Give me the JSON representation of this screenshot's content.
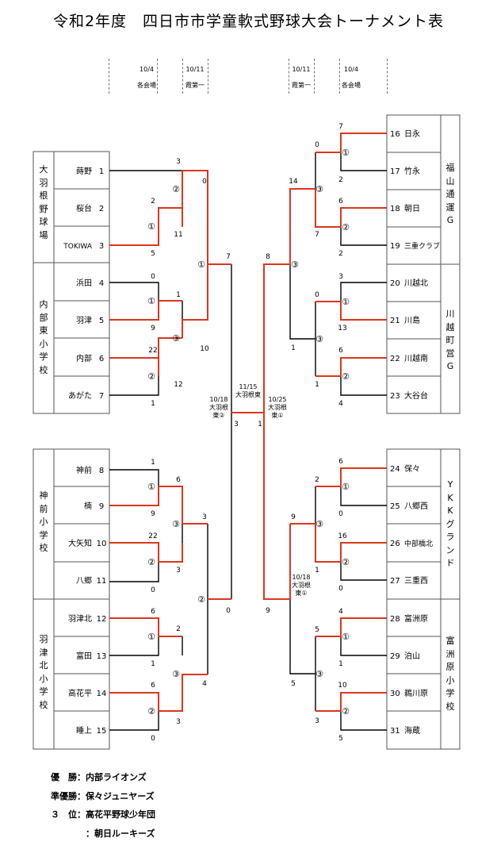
{
  "title": "令和2年度　四日市市学童軟式野球大会トーナメント表",
  "schedule": {
    "left": [
      {
        "date": "10/4",
        "venue": "各会場"
      },
      {
        "date": "10/11",
        "venue": "霞第一"
      }
    ],
    "right": [
      {
        "date": "10/11",
        "venue": "霞第一"
      },
      {
        "date": "10/4",
        "venue": "各会場"
      }
    ]
  },
  "venues": {
    "left": [
      {
        "name": "大羽根野球場",
        "chars": [
          "大",
          "羽",
          "根",
          "野",
          "球",
          "場"
        ]
      },
      {
        "name": "内部東小学校",
        "chars": [
          "内",
          "部",
          "東",
          "小",
          "学",
          "校"
        ]
      },
      {
        "name": "神前小学校",
        "chars": [
          "神",
          "前",
          "小",
          "学",
          "校"
        ]
      },
      {
        "name": "羽津北小学校",
        "chars": [
          "羽",
          "津",
          "北",
          "小",
          "学",
          "校"
        ]
      }
    ],
    "right": [
      {
        "name": "福山通運G",
        "chars": [
          "福",
          "山",
          "通",
          "運",
          "G"
        ]
      },
      {
        "name": "川越町営G",
        "chars": [
          "川",
          "越",
          "町",
          "営",
          "G"
        ]
      },
      {
        "name": "YKKグランド",
        "chars": [
          "Y",
          "K",
          "K",
          "グ",
          "ラ",
          "ン",
          "ド"
        ]
      },
      {
        "name": "富洲原小学校",
        "chars": [
          "富",
          "洲",
          "原",
          "小",
          "学",
          "校"
        ]
      }
    ]
  },
  "teams": [
    {
      "n": "1",
      "name": "蒔野"
    },
    {
      "n": "2",
      "name": "桜台"
    },
    {
      "n": "3",
      "name": "TOKIWA"
    },
    {
      "n": "4",
      "name": "浜田"
    },
    {
      "n": "5",
      "name": "羽津"
    },
    {
      "n": "6",
      "name": "内部"
    },
    {
      "n": "7",
      "name": "あがた"
    },
    {
      "n": "8",
      "name": "神前"
    },
    {
      "n": "9",
      "name": "楠"
    },
    {
      "n": "10",
      "name": "大矢知"
    },
    {
      "n": "11",
      "name": "八郷"
    },
    {
      "n": "12",
      "name": "羽津北"
    },
    {
      "n": "13",
      "name": "富田"
    },
    {
      "n": "14",
      "name": "高花平"
    },
    {
      "n": "15",
      "name": "睡上"
    },
    {
      "n": "16",
      "name": "日永"
    },
    {
      "n": "17",
      "name": "竹永"
    },
    {
      "n": "18",
      "name": "朝日"
    },
    {
      "n": "19",
      "name": "三重クラブ"
    },
    {
      "n": "20",
      "name": "川越北"
    },
    {
      "n": "21",
      "name": "川島"
    },
    {
      "n": "22",
      "name": "川越南"
    },
    {
      "n": "23",
      "name": "大谷台"
    },
    {
      "n": "24",
      "name": "保々"
    },
    {
      "n": "25",
      "name": "八郷西"
    },
    {
      "n": "26",
      "name": "中部橋北"
    },
    {
      "n": "27",
      "name": "三重西"
    },
    {
      "n": "28",
      "name": "富洲原"
    },
    {
      "n": "29",
      "name": "泊山"
    },
    {
      "n": "30",
      "name": "鵜川原"
    },
    {
      "n": "31",
      "name": "海蔵"
    }
  ],
  "game_marks": [
    "①",
    "②",
    "③"
  ],
  "scores": {
    "L_r1": [
      "3",
      "2",
      "5",
      "0",
      "9",
      "1",
      "22",
      "1",
      "1",
      "9",
      "0",
      "22",
      "3",
      "6",
      "1",
      "6",
      "0"
    ],
    "L_r2": [
      "0",
      "11",
      "10",
      "12",
      "6",
      "3",
      "2",
      "4"
    ],
    "L_r3": [
      "7",
      "0",
      "3"
    ],
    "R_r1": [
      "7",
      "2",
      "6",
      "2",
      "3",
      "13",
      "6",
      "4",
      "6",
      "0",
      "16",
      "0",
      "4",
      "1",
      "10",
      "5"
    ],
    "R_r2": [
      "0",
      "7",
      "0",
      "1",
      "2",
      "1",
      "5",
      "3"
    ],
    "R_r3": [
      "14",
      "1",
      "9",
      "5"
    ],
    "R_r4": [
      "8",
      "9"
    ],
    "final": [
      "3",
      "1"
    ]
  },
  "final_game": {
    "date": "11/15",
    "venue": "大羽根東"
  },
  "semifinal_left": {
    "date": "10/18",
    "venue": "大羽根",
    "field": "東②"
  },
  "semifinal_right": {
    "date": "10/25",
    "venue": "大羽根",
    "field": "東①"
  },
  "qf_right": {
    "date": "10/18",
    "venue": "大羽根",
    "field": "東①"
  },
  "results": [
    {
      "label": "優　勝",
      "team": "内部ライオンズ"
    },
    {
      "label": "準優勝",
      "team": "保々ジュニヤーズ"
    },
    {
      "label": "３　位",
      "team": "高花平野球少年団"
    },
    {
      "label": "",
      "team": "朝日ルーキーズ"
    }
  ],
  "colors": {
    "win_line": "#d9381e",
    "line": "#000000",
    "frame": "#555555"
  }
}
